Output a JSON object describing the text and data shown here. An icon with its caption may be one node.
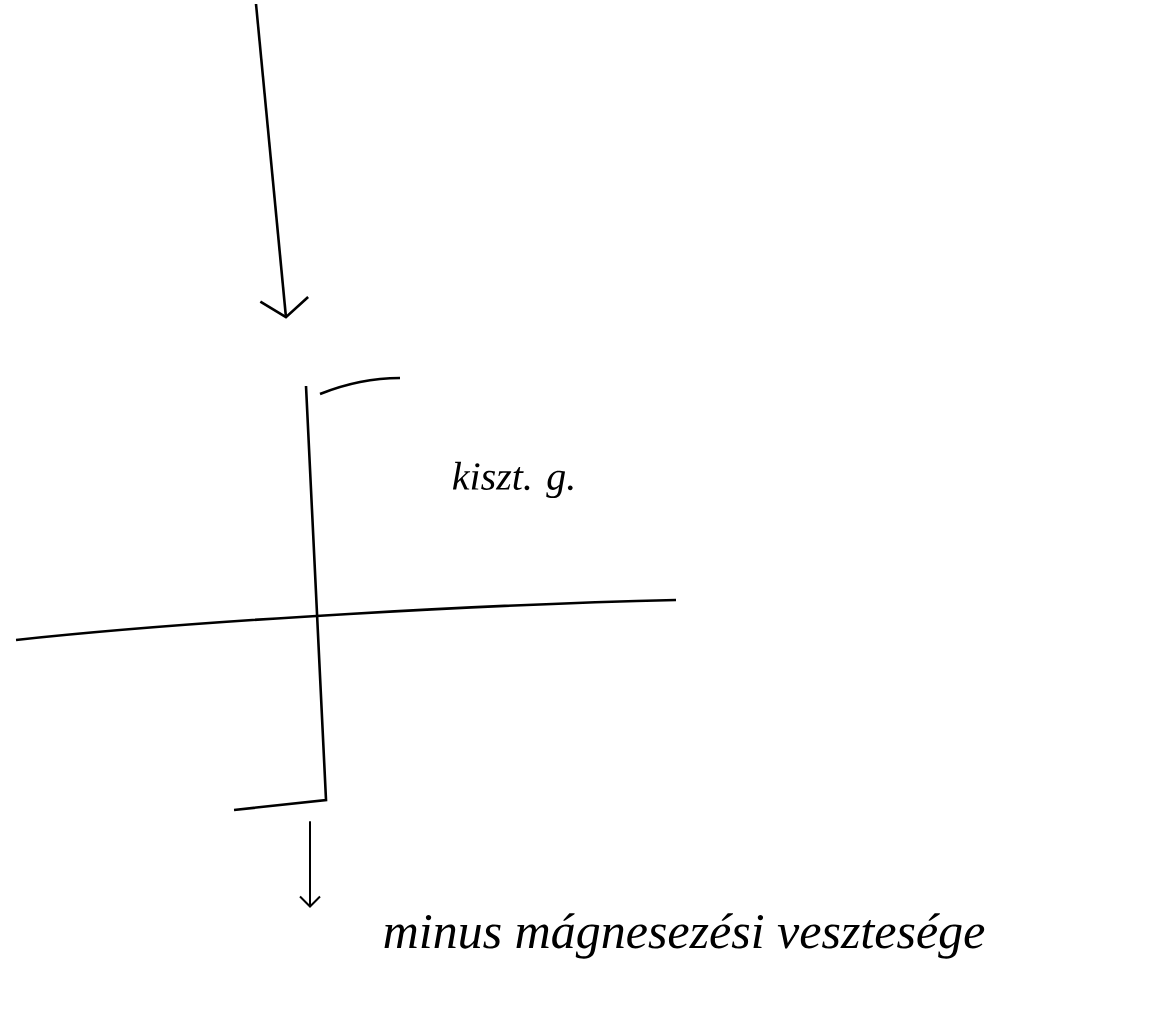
{
  "diagram": {
    "nodes": [
      {
        "text": [],
        "shape": "picture"
      },
      {
        "text": [
          "minus mágnesezési vesztesége"
        ]
      }
    ],
    "edges": [
      {
        "from": null,
        "to": 0,
        "arrow": "to"
      },
      {
        "from": 0,
        "to": 1,
        "arrow": "to"
      }
    ],
    "labels": [
      "kiszt. g."
    ]
  }
}
